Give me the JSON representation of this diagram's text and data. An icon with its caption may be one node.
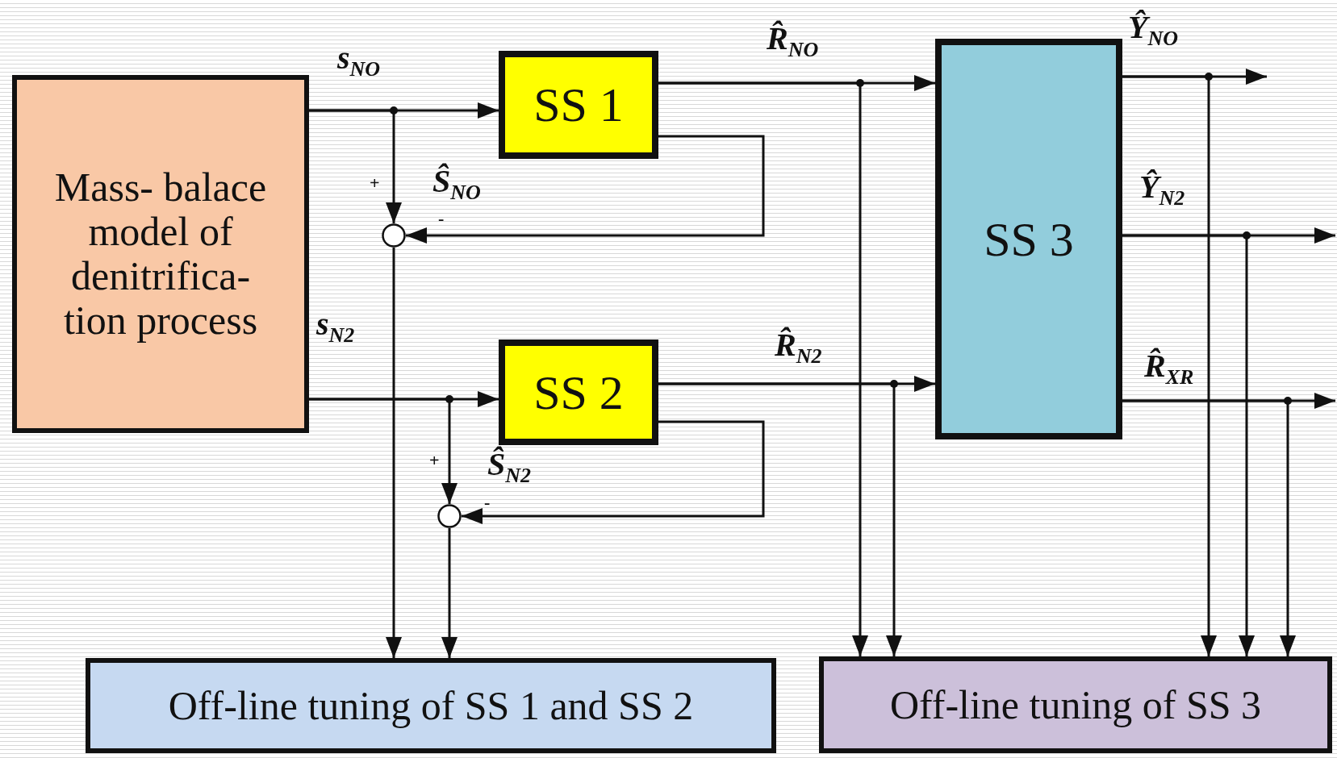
{
  "diagram": {
    "nodes": [
      {
        "text": [
          "Mass- balace model of denitrifica- tion process"
        ]
      },
      {
        "text": [
          "SS 1"
        ]
      },
      {
        "text": [
          "SS 2"
        ]
      },
      {
        "text": [
          "SS 3"
        ]
      },
      {
        "text": [],
        "shape": "circle"
      },
      {
        "text": [],
        "shape": "circle"
      },
      {
        "text": [
          "Off-line tuning of SS 1 and  SS 2"
        ]
      },
      {
        "text": [
          "Off-line tuning of SS 3"
        ]
      }
    ],
    "edges": [
      {
        "from": 0,
        "to": 1,
        "arrow": "to",
        "label": "s$_{NO}$"
      },
      {
        "from": 0,
        "to": 4,
        "arrow": "to"
      },
      {
        "from": 0,
        "to": 2,
        "arrow": "to",
        "label": "s$_{N2}$"
      },
      {
        "from": 0,
        "to": 5,
        "arrow": "to"
      },
      {
        "from": 1,
        "to": 4,
        "arrow": "to",
        "label": "Ŝ$_{NO}$"
      },
      {
        "from": 2,
        "to": 5,
        "arrow": "to",
        "label": "Ŝ$_{N2}$"
      },
      {
        "from": 4,
        "to": 6,
        "arrow": "to"
      },
      {
        "from": 5,
        "to": 6,
        "arrow": "to"
      },
      {
        "from": 1,
        "to": 3,
        "arrow": "to",
        "label": "R̂$_{NO}$"
      },
      {
        "from": 1,
        "to": 7,
        "arrow": "to"
      },
      {
        "from": 2,
        "to": 3,
        "arrow": "to",
        "label": "R̂$_{N2}$"
      },
      {
        "from": 2,
        "to": 7,
        "arrow": "to"
      },
      {
        "from": 3,
        "to": null,
        "arrow": "to",
        "label": "Ŷ$_{NO}$"
      },
      {
        "from": 3,
        "to": 7,
        "arrow": "to"
      },
      {
        "from": 3,
        "to": null,
        "arrow": "to",
        "label": "Ŷ$_{N2}$"
      },
      {
        "from": 3,
        "to": 7,
        "arrow": "to"
      },
      {
        "from": 3,
        "to": null,
        "arrow": "to",
        "label": "R̂$_{XR}$"
      },
      {
        "from": 3,
        "to": 7,
        "arrow": "to"
      }
    ],
    "labels": [
      "+",
      "-",
      "+",
      "-"
    ]
  }
}
